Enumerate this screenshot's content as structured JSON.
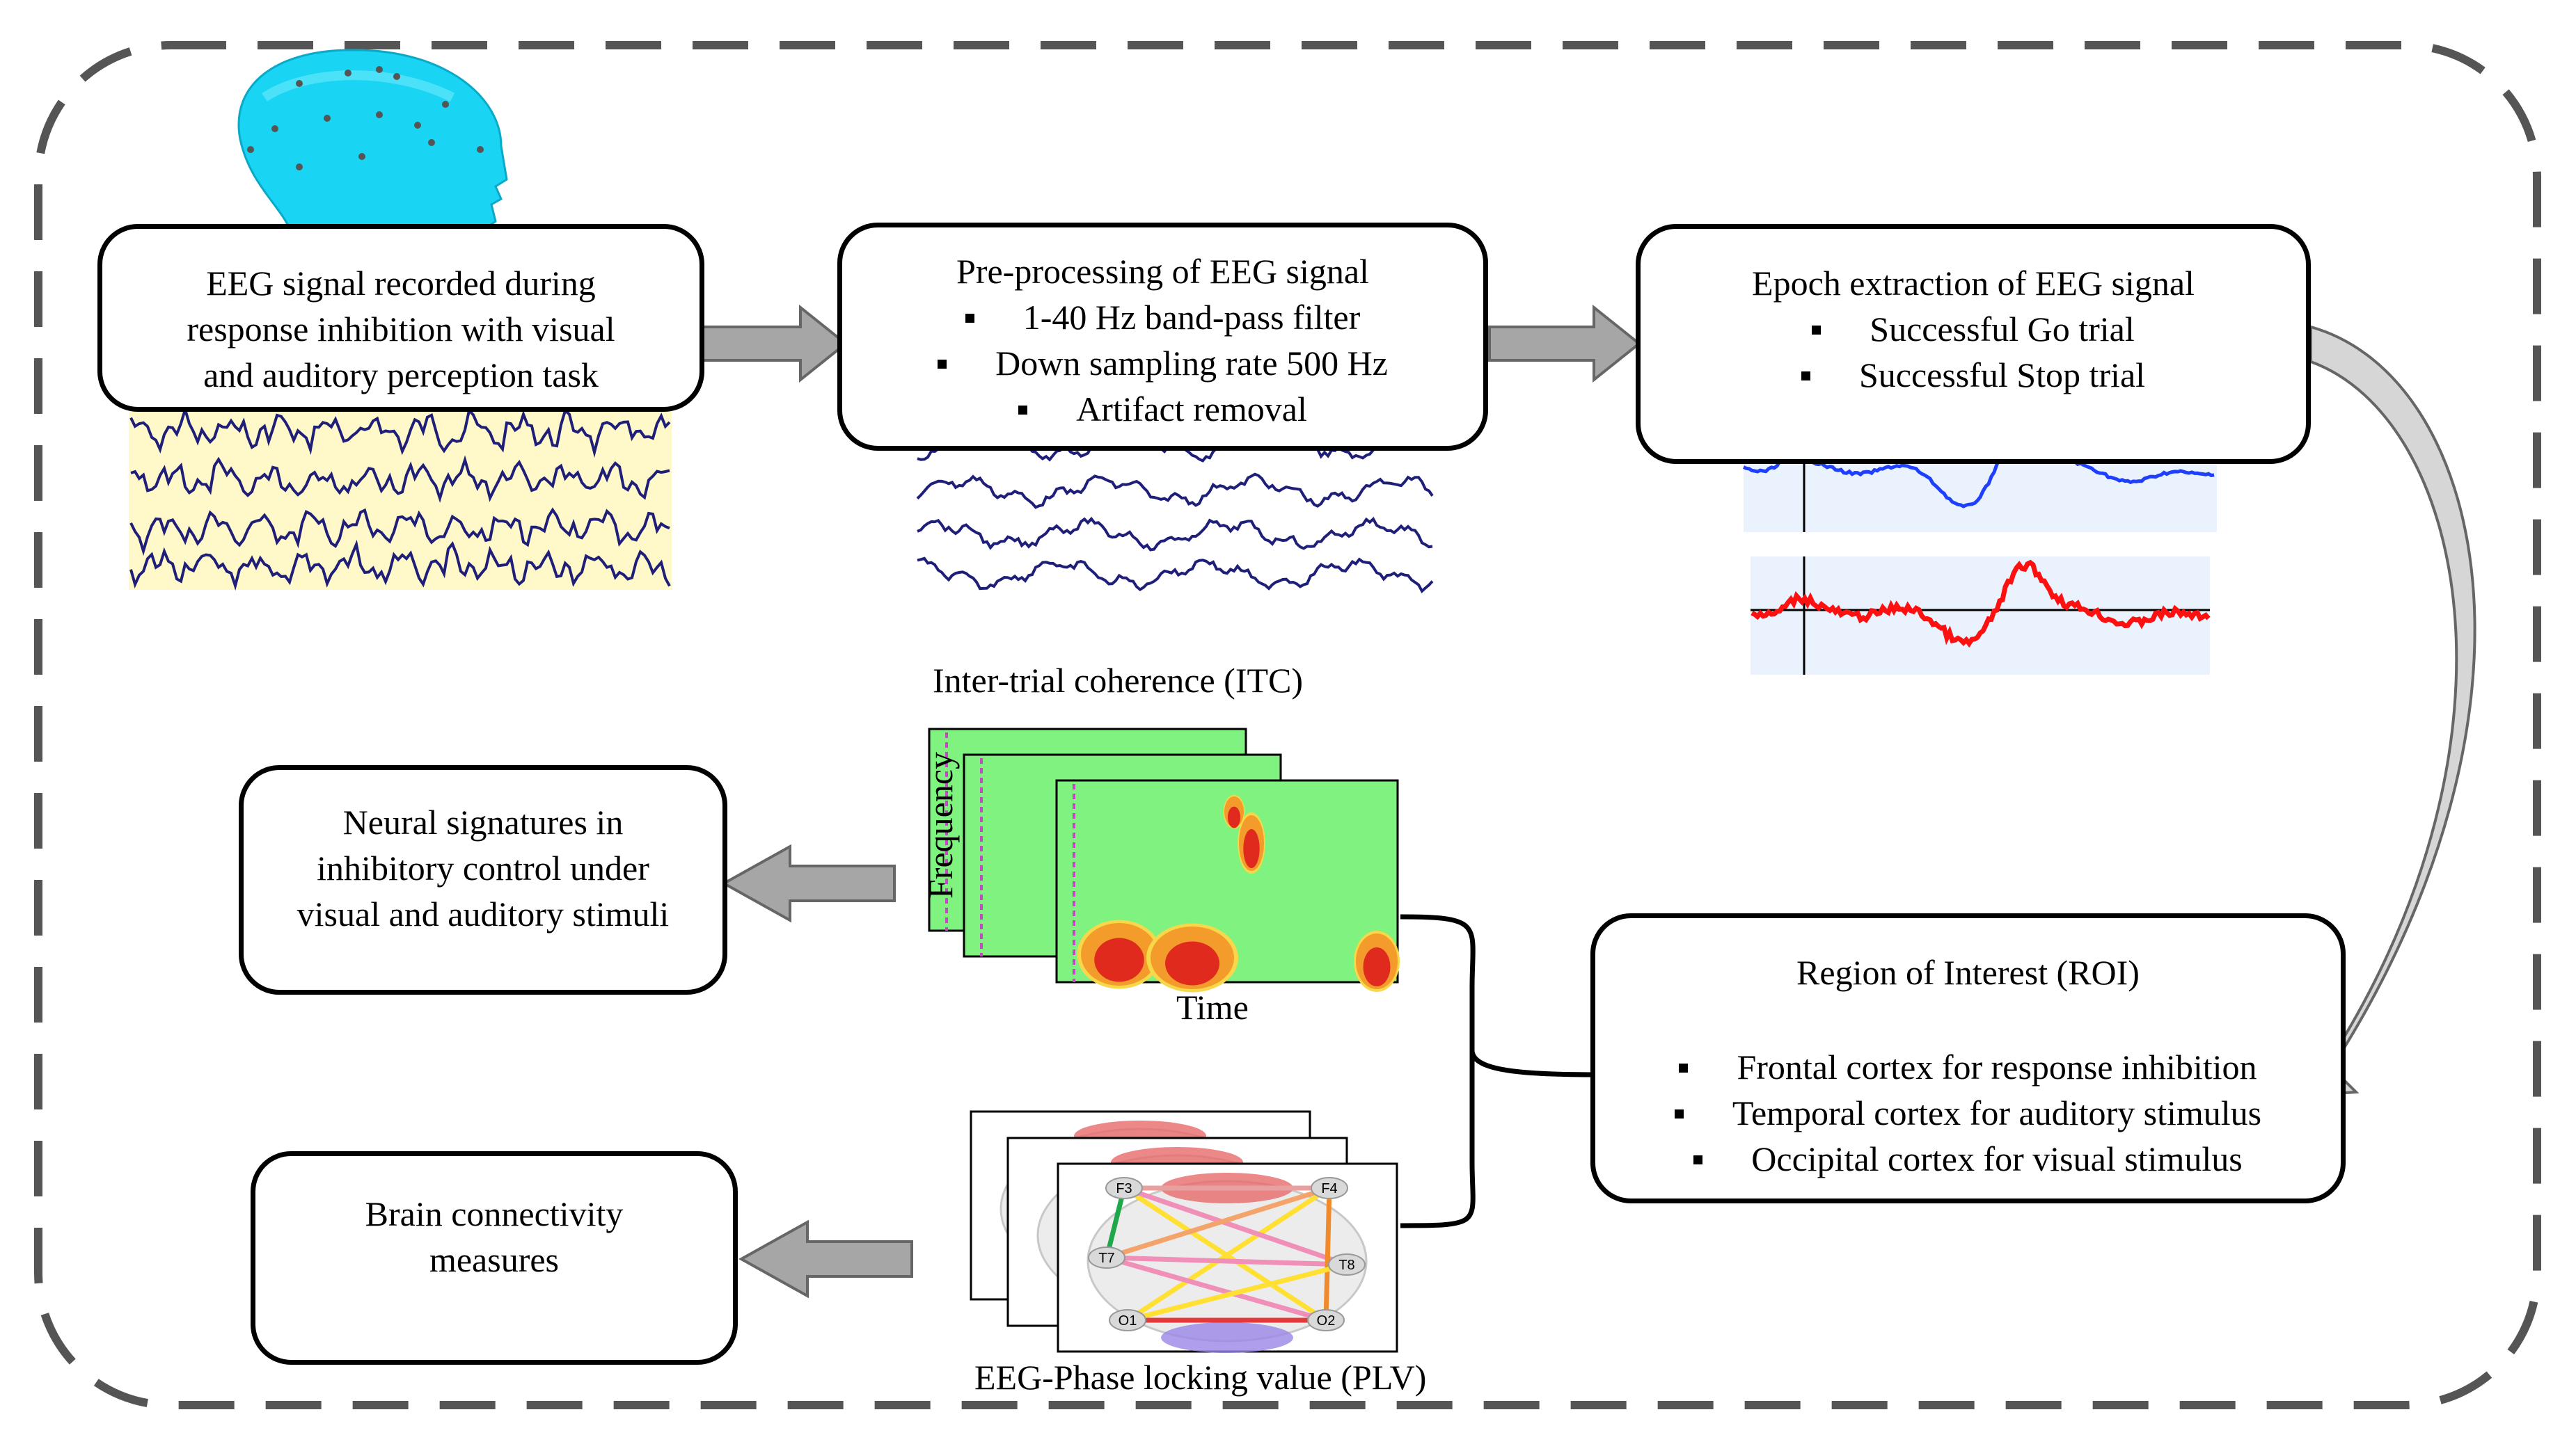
{
  "box1": {
    "lines": [
      "EEG signal recorded during",
      "response inhibition  with visual",
      "and auditory perception task"
    ]
  },
  "box2": {
    "title": "Pre-processing of EEG signal",
    "bullets": [
      "1-40 Hz band-pass filter",
      "Down sampling rate 500 Hz",
      "Artifact removal"
    ]
  },
  "box3": {
    "title": "Epoch extraction of EEG signal",
    "bullets": [
      "Successful Go trial",
      "Successful Stop trial"
    ]
  },
  "box4": {
    "title": "Region of Interest (ROI)",
    "bullets": [
      "Frontal cortex  for response inhibition",
      "Temporal cortex  for auditory stimulus",
      "Occipital cortex for visual stimulus"
    ]
  },
  "box5": {
    "lines": [
      "Neural signatures in",
      "inhibitory control under",
      "visual and auditory stimuli"
    ]
  },
  "box6": {
    "lines": [
      "Brain connectivity",
      "measures"
    ]
  },
  "itc": {
    "title": "Inter-trial coherence (ITC)",
    "xlabel": "Time",
    "ylabel": "Frequency"
  },
  "plv": {
    "title": "EEG-Phase locking value (PLV)",
    "electrodes": [
      "F3",
      "F4",
      "T7",
      "T8",
      "O1",
      "O2"
    ]
  },
  "colors": {
    "arrow_fill": "#a6a6a6",
    "eeg_trace": "#1f1f7a",
    "eeg_bg": "#fff9c9",
    "go_trace": "#1f3fff",
    "stop_trace": "#ff1010",
    "epoch_bg": "#eaf2fd",
    "itc_bg": "#7ff27f",
    "dashed_border": "#555555"
  }
}
